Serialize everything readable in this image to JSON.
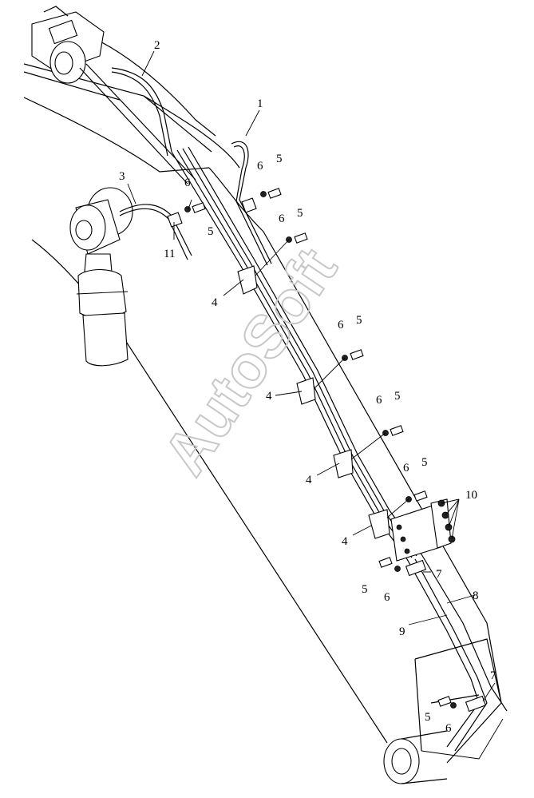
{
  "watermark": "AutoSoft",
  "callouts": [
    {
      "id": "c1",
      "text": "1"
    },
    {
      "id": "c2",
      "text": "2"
    },
    {
      "id": "c3",
      "text": "3"
    },
    {
      "id": "c4a",
      "text": "4"
    },
    {
      "id": "c4b",
      "text": "4"
    },
    {
      "id": "c4c",
      "text": "4"
    },
    {
      "id": "c4d",
      "text": "4"
    },
    {
      "id": "c5a",
      "text": "5"
    },
    {
      "id": "c5b",
      "text": "5"
    },
    {
      "id": "c5c",
      "text": "5"
    },
    {
      "id": "c5d",
      "text": "5"
    },
    {
      "id": "c5e",
      "text": "5"
    },
    {
      "id": "c5f",
      "text": "5"
    },
    {
      "id": "c5g",
      "text": "5"
    },
    {
      "id": "c5h",
      "text": "5"
    },
    {
      "id": "c6a",
      "text": "6"
    },
    {
      "id": "c6b",
      "text": "6"
    },
    {
      "id": "c6c",
      "text": "6"
    },
    {
      "id": "c6d",
      "text": "6"
    },
    {
      "id": "c6e",
      "text": "6"
    },
    {
      "id": "c6f",
      "text": "6"
    },
    {
      "id": "c6g",
      "text": "6"
    },
    {
      "id": "c6h",
      "text": "6"
    },
    {
      "id": "c7a",
      "text": "7"
    },
    {
      "id": "c7b",
      "text": "7"
    },
    {
      "id": "c8",
      "text": "8"
    },
    {
      "id": "c9",
      "text": "9"
    },
    {
      "id": "c10",
      "text": "10"
    },
    {
      "id": "c11",
      "text": "11"
    }
  ]
}
